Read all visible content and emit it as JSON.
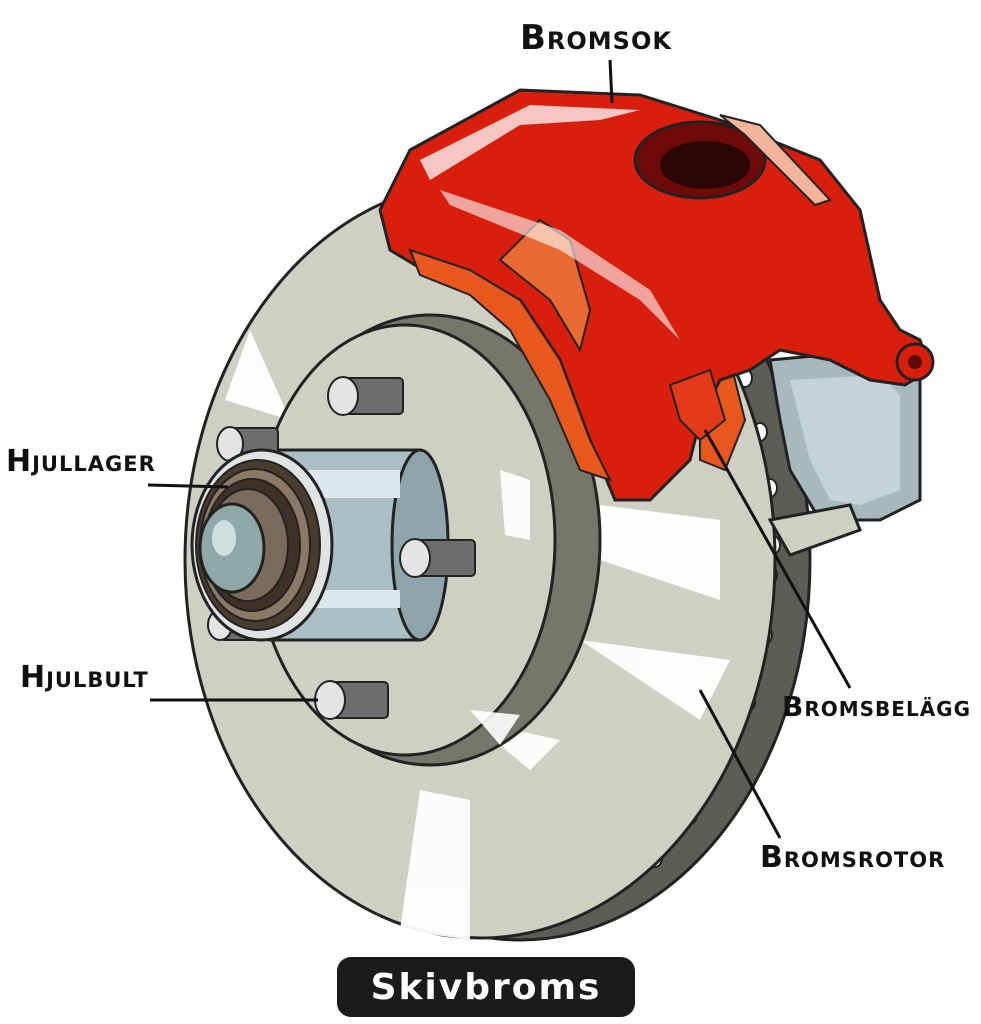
{
  "title": "Skivbroms",
  "labels": {
    "caliper": "Bromsok",
    "wheel_bearing": "Hjullager",
    "wheel_stud": "Hjulbult",
    "brake_pads": "Bromsbelägg",
    "rotor": "Bromsrotor"
  },
  "colors": {
    "caliper_red": "#d81f0e",
    "caliper_orange": "#e8571e",
    "rotor_gray": "#cfd0c3",
    "rotor_edge": "#6b6a60",
    "hub_blue": "#a9bfc4",
    "bearing_brown": "#5a4a3c",
    "badge_bg": "#1b1b1b"
  }
}
